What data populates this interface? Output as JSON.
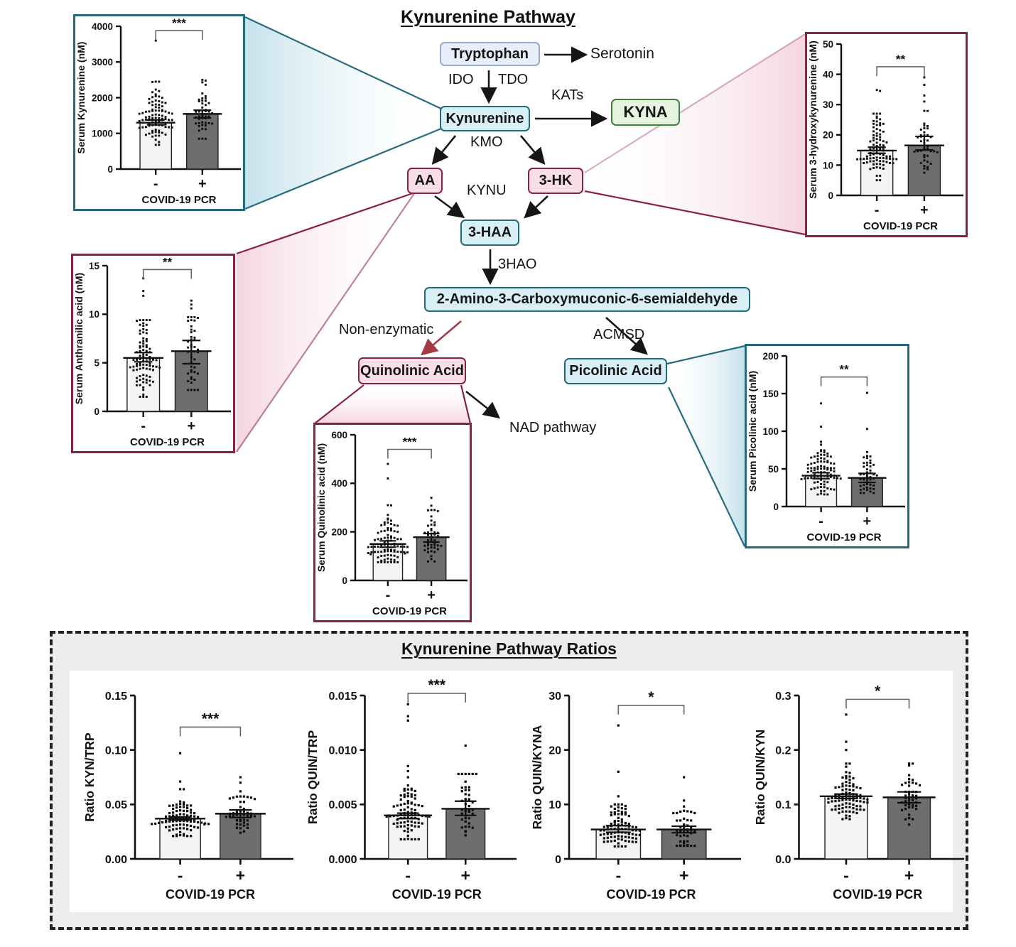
{
  "pathway": {
    "title": "Kynurenine Pathway",
    "nodes": {
      "tryptophan": "Tryptophan",
      "serotonin": "Serotonin",
      "ido": "IDO",
      "tdo": "TDO",
      "kynurenine": "Kynurenine",
      "kats": "KATs",
      "kyna": "KYNA",
      "kmo": "KMO",
      "aa": "AA",
      "hk3": "3-HK",
      "kynu": "KYNU",
      "haa3": "3-HAA",
      "hao3": "3HAO",
      "acms": "2-Amino-3-Carboxymuconic-6-semialdehyde",
      "nonenzymatic": "Non-enzymatic",
      "quinolinic": "Quinolinic Acid",
      "acmsd": "ACMSD",
      "picolinic": "Picolinic Acid",
      "nad": "NAD pathway"
    },
    "colors": {
      "teal": "#256b7d",
      "maroon": "#8b2142",
      "beam_blue": "#c2e0ea",
      "beam_pink": "#f4d3dc"
    }
  },
  "ratios": {
    "title": "Kynurenine Pathway Ratios"
  },
  "chart_data": [
    {
      "id": "serum-kynurenine",
      "type": "bar",
      "ylabel": "Serum Kynurenine  (nM)",
      "xlabel": "COVID-19 PCR",
      "categories": [
        "-",
        "+"
      ],
      "ylim": [
        0,
        4000
      ],
      "yticks": [
        0,
        1000,
        2000,
        3000,
        4000
      ],
      "ytick_labels": [
        "0",
        "1000",
        "2000",
        "3000",
        "4000"
      ],
      "significance": "***",
      "sig_y": 3880,
      "series": [
        {
          "name": "COVID-19 PCR -",
          "bar_fill": "#f4f4f6",
          "mean": 1300,
          "err": [
            1240,
            1375
          ],
          "n": 88,
          "sd": 320,
          "clip": [
            680,
            2450
          ],
          "outliers": [
            3600,
            2440
          ]
        },
        {
          "name": "COVID-19 PCR +",
          "bar_fill": "#6e6e70",
          "mean": 1545,
          "err": [
            1435,
            1650
          ],
          "n": 44,
          "sd": 380,
          "clip": [
            850,
            2480
          ],
          "outliers": [
            2500,
            2430
          ]
        }
      ]
    },
    {
      "id": "serum-3-hydroxykynurenine",
      "type": "bar",
      "ylabel": "Serum 3-hydroxykynurenine (nM)",
      "xlabel": "COVID-19 PCR",
      "categories": [
        "-",
        "+"
      ],
      "ylim": [
        0,
        50
      ],
      "yticks": [
        0,
        10,
        20,
        30,
        40,
        50
      ],
      "ytick_labels": [
        "0",
        "10",
        "20",
        "30",
        "40",
        "50"
      ],
      "significance": "**",
      "sig_y": 42.5,
      "series": [
        {
          "name": "COVID-19 PCR -",
          "bar_fill": "#f4f4f6",
          "mean": 14.8,
          "err": [
            13.9,
            15.9
          ],
          "n": 88,
          "sd": 4.2,
          "clip": [
            5,
            27
          ],
          "outliers": [
            34.5,
            34.8
          ]
        },
        {
          "name": "COVID-19 PCR +",
          "bar_fill": "#6e6e70",
          "mean": 16.5,
          "err": [
            15.0,
            19.5
          ],
          "n": 44,
          "sd": 5.5,
          "clip": [
            6,
            31
          ],
          "outliers": [
            39,
            36.5,
            33
          ]
        }
      ]
    },
    {
      "id": "serum-anthranilic-acid",
      "type": "bar",
      "ylabel": "Serum Anthranilic acid  (nM)",
      "xlabel": "COVID-19 PCR",
      "categories": [
        "-",
        "+"
      ],
      "ylim": [
        0,
        15
      ],
      "yticks": [
        0,
        5,
        10,
        15
      ],
      "ytick_labels": [
        "0",
        "5",
        "10",
        "15"
      ],
      "significance": "**",
      "sig_y": 14.6,
      "series": [
        {
          "name": "COVID-19 PCR -",
          "bar_fill": "#f4f4f6",
          "mean": 5.5,
          "err": [
            5.1,
            6.05
          ],
          "n": 88,
          "sd": 1.9,
          "clip": [
            1.5,
            9.4
          ],
          "outliers": [
            13.7,
            12.4,
            11.9
          ]
        },
        {
          "name": "COVID-19 PCR +",
          "bar_fill": "#6e6e70",
          "mean": 6.2,
          "err": [
            4.9,
            7.3
          ],
          "n": 44,
          "sd": 2.1,
          "clip": [
            2.2,
            9.7
          ],
          "outliers": [
            11.4,
            11.0,
            10.6
          ]
        }
      ]
    },
    {
      "id": "serum-quinolinic-acid",
      "type": "bar",
      "ylabel": "Serum Quinolinic acid  (nM)",
      "xlabel": "COVID-19 PCR",
      "categories": [
        "-",
        "+"
      ],
      "ylim": [
        0,
        600
      ],
      "yticks": [
        0,
        200,
        400,
        600
      ],
      "ytick_labels": [
        "0",
        "200",
        "400",
        "600"
      ],
      "significance": "***",
      "sig_y": 540,
      "series": [
        {
          "name": "COVID-19 PCR -",
          "bar_fill": "#f4f4f6",
          "mean": 150,
          "err": [
            137,
            163
          ],
          "n": 88,
          "sd": 45,
          "clip": [
            75,
            310
          ],
          "outliers": [
            480,
            420
          ]
        },
        {
          "name": "COVID-19 PCR +",
          "bar_fill": "#6e6e70",
          "mean": 178,
          "err": [
            158,
            193
          ],
          "n": 44,
          "sd": 52,
          "clip": [
            78,
            290
          ],
          "outliers": [
            340,
            308
          ]
        }
      ]
    },
    {
      "id": "serum-picolinic-acid",
      "type": "bar",
      "ylabel": "Serum Picolinic acid (nM)",
      "xlabel": "COVID-19 PCR",
      "categories": [
        "-",
        "+"
      ],
      "ylim": [
        0,
        200
      ],
      "yticks": [
        0,
        50,
        100,
        150,
        200
      ],
      "ytick_labels": [
        "0",
        "50",
        "100",
        "150",
        "200"
      ],
      "significance": "**",
      "sig_y": 172,
      "series": [
        {
          "name": "COVID-19 PCR -",
          "bar_fill": "#f4f4f6",
          "mean": 41,
          "err": [
            37,
            45
          ],
          "n": 88,
          "sd": 13,
          "clip": [
            16,
            86
          ],
          "outliers": [
            137,
            106
          ]
        },
        {
          "name": "COVID-19 PCR +",
          "bar_fill": "#6e6e70",
          "mean": 38,
          "err": [
            32,
            44
          ],
          "n": 44,
          "sd": 13,
          "clip": [
            18,
            78
          ],
          "outliers": [
            151,
            103
          ]
        }
      ]
    },
    {
      "id": "ratio-kyn-trp",
      "type": "bar",
      "ylabel": "Ratio KYN/TRP",
      "xlabel": "COVID-19 PCR",
      "categories": [
        "-",
        "+"
      ],
      "ylim": [
        0,
        0.15
      ],
      "yticks": [
        0,
        0.05,
        0.1,
        0.15
      ],
      "ytick_labels": [
        "0.00",
        "0.05",
        "0.10",
        "0.15"
      ],
      "significance": "***",
      "sig_y": 0.121,
      "series": [
        {
          "name": "COVID-19 PCR -",
          "bar_fill": "#f4f4f6",
          "mean": 0.037,
          "err": [
            0.0355,
            0.0385
          ],
          "n": 88,
          "sd": 0.008,
          "clip": [
            0.021,
            0.064
          ],
          "outliers": [
            0.097,
            0.071
          ]
        },
        {
          "name": "COVID-19 PCR +",
          "bar_fill": "#6e6e70",
          "mean": 0.0415,
          "err": [
            0.038,
            0.045
          ],
          "n": 44,
          "sd": 0.009,
          "clip": [
            0.024,
            0.062
          ],
          "outliers": [
            0.075,
            0.07
          ]
        }
      ]
    },
    {
      "id": "ratio-quin-trp",
      "type": "bar",
      "ylabel": "Ratio QUIN/TRP",
      "xlabel": "COVID-19 PCR",
      "categories": [
        "-",
        "+"
      ],
      "ylim": [
        0,
        0.015
      ],
      "yticks": [
        0,
        0.005,
        0.01,
        0.015
      ],
      "ytick_labels": [
        "0.000",
        "0.005",
        "0.010",
        "0.015"
      ],
      "significance": "***",
      "sig_y": 0.0152,
      "series": [
        {
          "name": "COVID-19 PCR -",
          "bar_fill": "#f4f4f6",
          "mean": 0.004,
          "err": [
            0.0037,
            0.0042
          ],
          "n": 88,
          "sd": 0.0012,
          "clip": [
            0.0018,
            0.0092
          ],
          "outliers": [
            0.0142,
            0.0131,
            0.0127
          ]
        },
        {
          "name": "COVID-19 PCR +",
          "bar_fill": "#6e6e70",
          "mean": 0.0046,
          "err": [
            0.004,
            0.0053
          ],
          "n": 44,
          "sd": 0.0014,
          "clip": [
            0.002,
            0.0078
          ],
          "outliers": [
            0.0104
          ]
        }
      ]
    },
    {
      "id": "ratio-quin-kyna",
      "type": "bar",
      "ylabel": "Ratio QUIN/KYNA",
      "xlabel": "COVID-19 PCR",
      "categories": [
        "-",
        "+"
      ],
      "ylim": [
        0,
        30
      ],
      "yticks": [
        0,
        10,
        20,
        30
      ],
      "ytick_labels": [
        "0",
        "10",
        "20",
        "30"
      ],
      "significance": "*",
      "sig_y": 28.2,
      "series": [
        {
          "name": "COVID-19 PCR -",
          "bar_fill": "#f4f4f6",
          "mean": 5.4,
          "err": [
            4.9,
            6.1
          ],
          "n": 88,
          "sd": 1.9,
          "clip": [
            2.3,
            10
          ],
          "outliers": [
            24.5,
            16,
            11.5
          ]
        },
        {
          "name": "COVID-19 PCR +",
          "bar_fill": "#6e6e70",
          "mean": 5.4,
          "err": [
            4.8,
            6.0
          ],
          "n": 44,
          "sd": 2.1,
          "clip": [
            2.4,
            12.2
          ],
          "outliers": [
            15
          ]
        }
      ]
    },
    {
      "id": "ratio-quin-kyn",
      "type": "bar",
      "ylabel": "Ratio QUIN/KYN",
      "xlabel": "COVID-19 PCR",
      "categories": [
        "-",
        "+"
      ],
      "ylim": [
        0,
        0.3
      ],
      "yticks": [
        0,
        0.1,
        0.2,
        0.3
      ],
      "ytick_labels": [
        "0.0",
        "0.1",
        "0.2",
        "0.3"
      ],
      "significance": "*",
      "sig_y": 0.293,
      "series": [
        {
          "name": "COVID-19 PCR -",
          "bar_fill": "#f4f4f6",
          "mean": 0.115,
          "err": [
            0.111,
            0.119
          ],
          "n": 88,
          "sd": 0.02,
          "clip": [
            0.073,
            0.175
          ],
          "outliers": [
            0.265,
            0.215,
            0.2
          ]
        },
        {
          "name": "COVID-19 PCR +",
          "bar_fill": "#6e6e70",
          "mean": 0.113,
          "err": [
            0.103,
            0.123
          ],
          "n": 44,
          "sd": 0.022,
          "clip": [
            0.063,
            0.175
          ],
          "outliers": []
        }
      ]
    }
  ]
}
